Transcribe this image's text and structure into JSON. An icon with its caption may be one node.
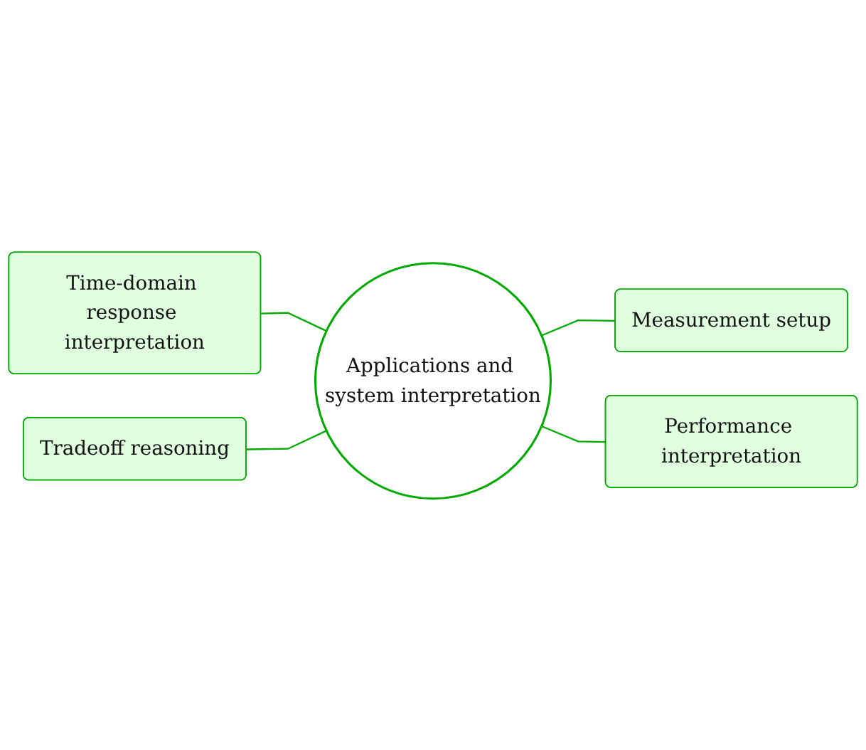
{
  "diagram": {
    "nodes": [
      {
        "text": [
          "Applications and system interpretation"
        ]
      },
      {
        "text": [
          "Time-domain response interpretation"
        ]
      },
      {
        "text": [
          "Measurement setup"
        ]
      },
      {
        "text": [
          "Performance interpretation"
        ]
      },
      {
        "text": [
          "Tradeoff reasoning"
        ]
      }
    ],
    "edges": [
      {
        "from": 1,
        "to": 0,
        "arrow": "none"
      },
      {
        "from": 0,
        "to": 2,
        "arrow": "none"
      },
      {
        "from": 0,
        "to": 3,
        "arrow": "none"
      },
      {
        "from": 4,
        "to": 0,
        "arrow": "none"
      }
    ]
  }
}
